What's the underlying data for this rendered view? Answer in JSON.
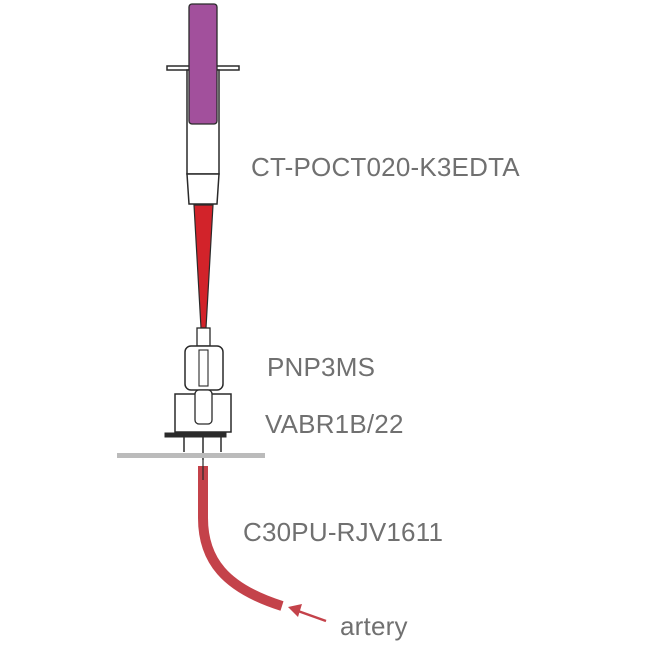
{
  "labels": {
    "syringe": "CT-POCT020-K3EDTA",
    "needle": "PNP3MS",
    "valve": "VABR1B/22",
    "catheter": "C30PU-RJV1611",
    "artery": "artery"
  },
  "colors": {
    "text": "#707070",
    "outline": "#2a2a2a",
    "plunger": "#a2509c",
    "blood": "#d2232a",
    "catheter": "#c4424a",
    "skin": "#bbbbbb",
    "arrow": "#c4424a"
  }
}
